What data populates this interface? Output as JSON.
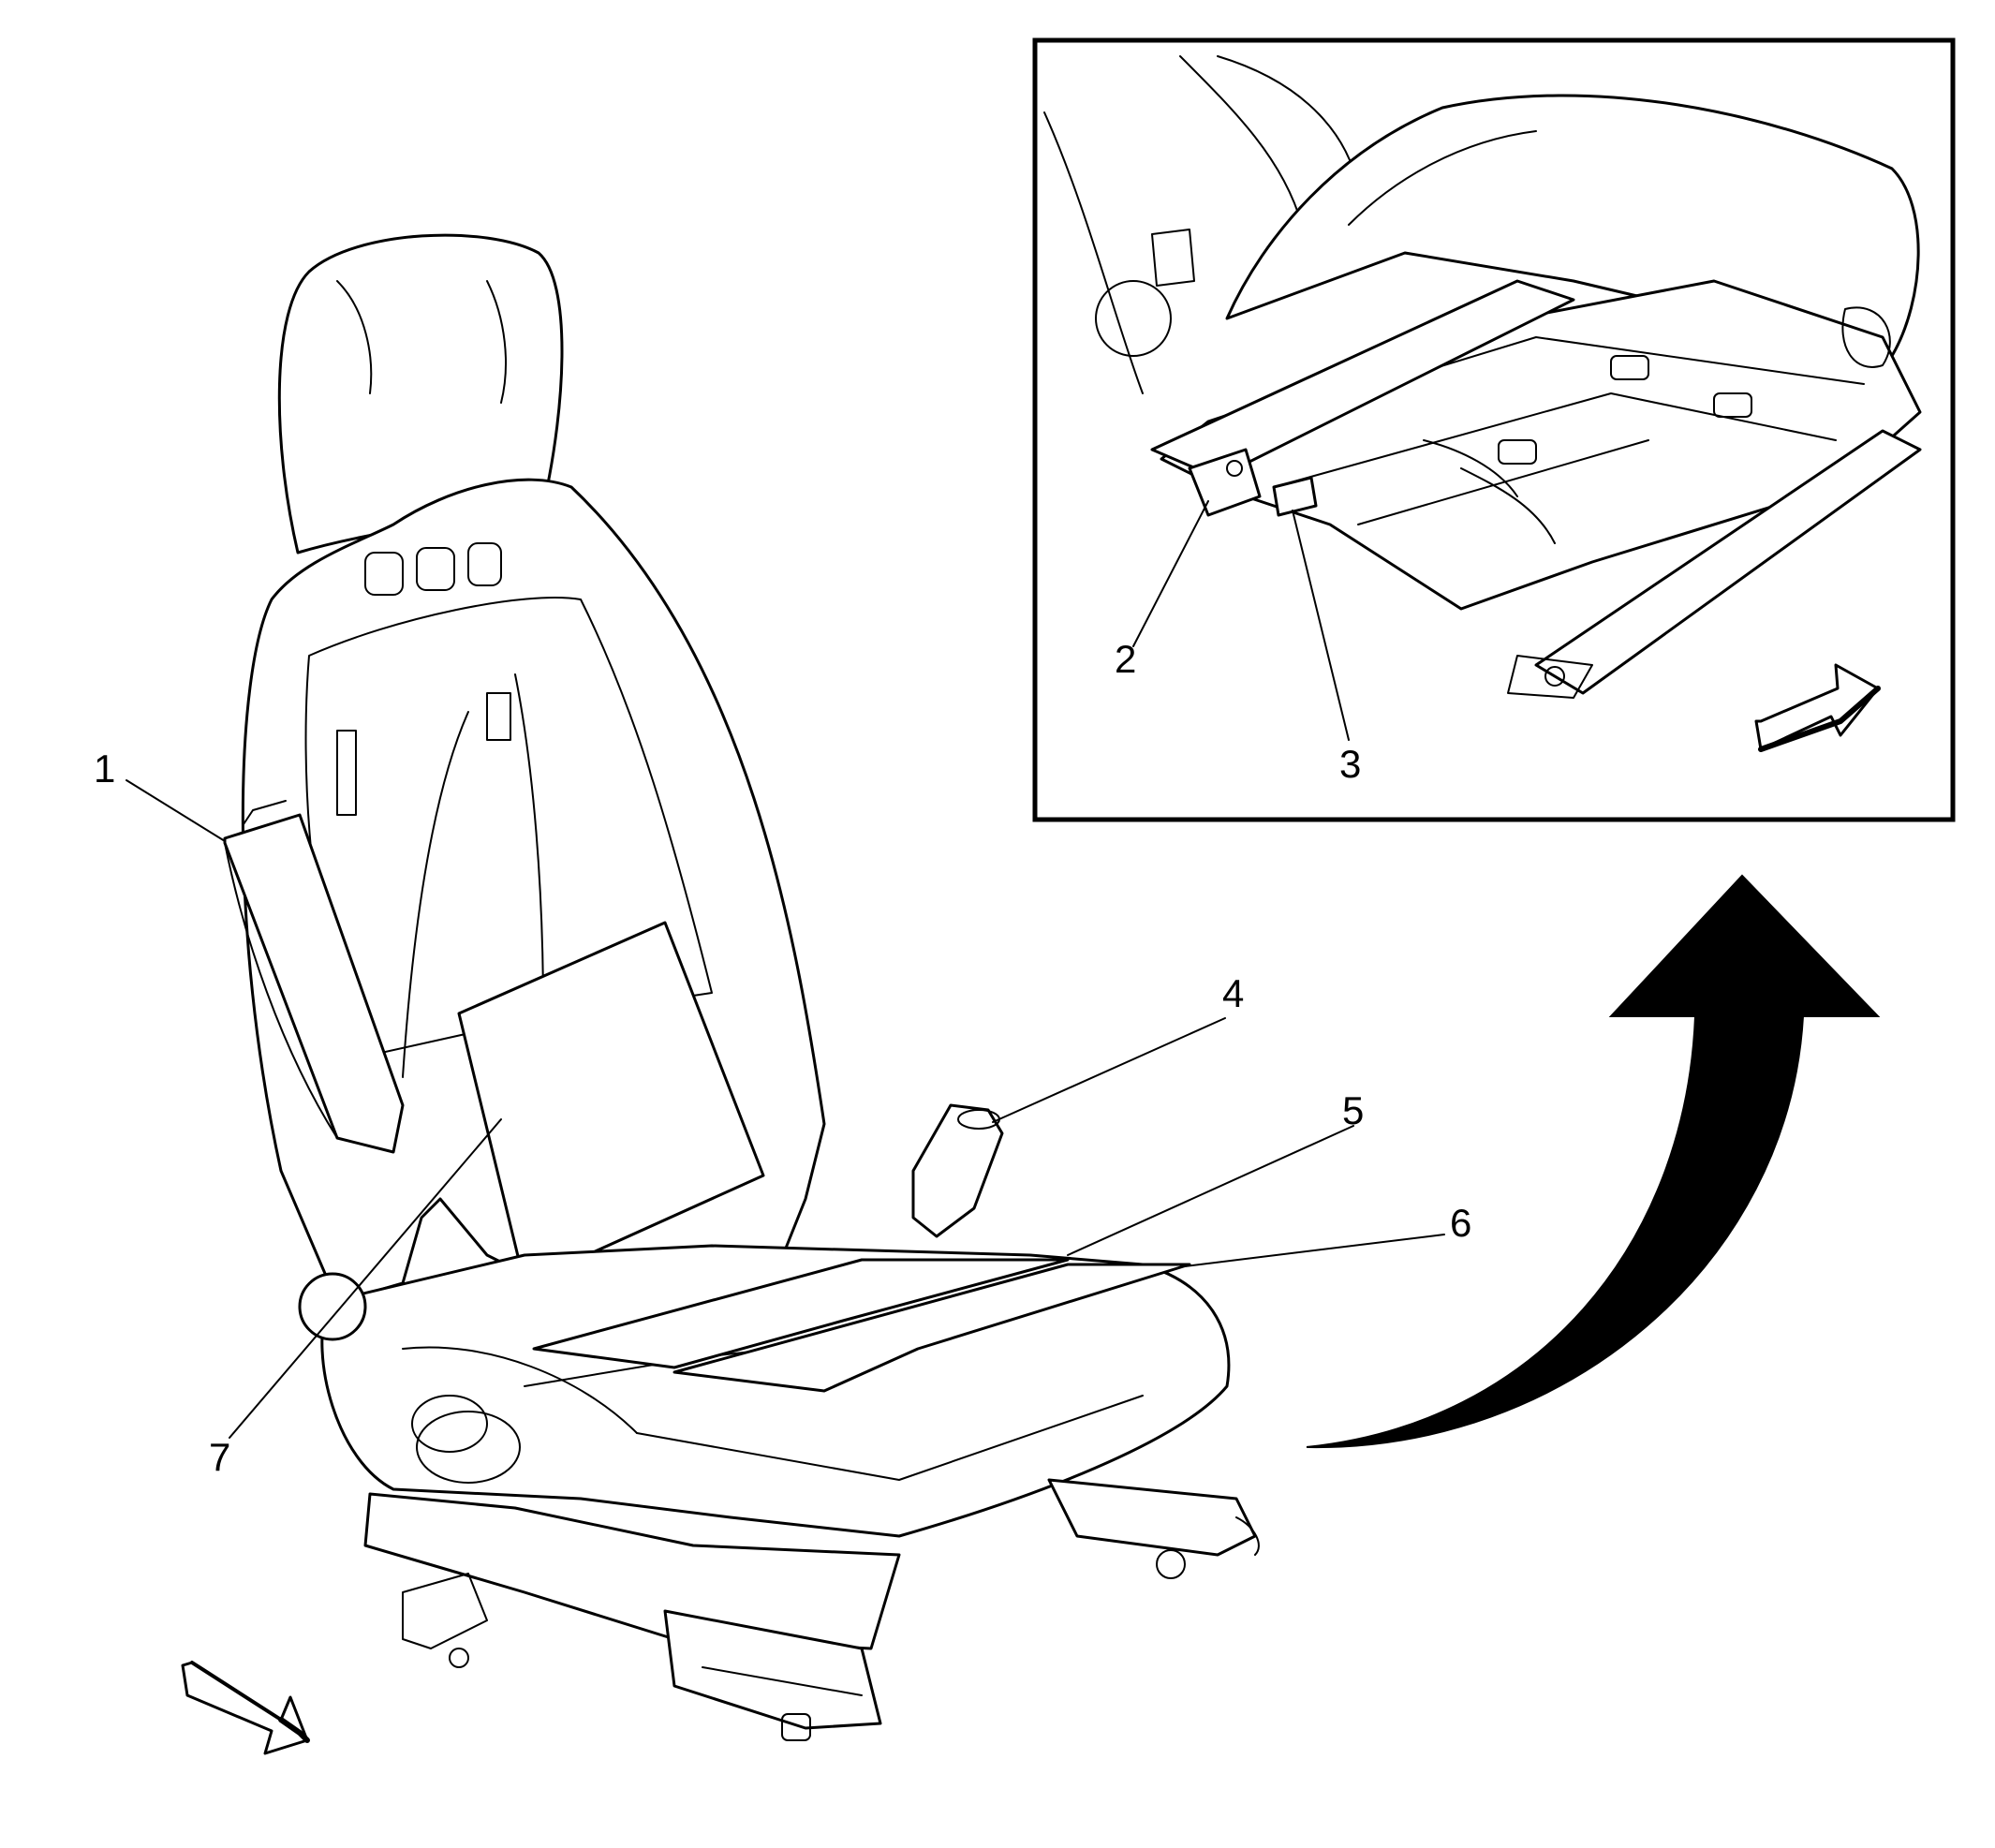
{
  "callouts": {
    "c1": "1",
    "c2": "2",
    "c3": "3",
    "c4": "4",
    "c5": "5",
    "c6": "6",
    "c7": "7"
  },
  "icons": {
    "front_arrow_main": "front-direction-arrow",
    "front_arrow_inset": "front-direction-arrow",
    "transition_arrow": "curved-view-arrow"
  },
  "colors": {
    "line": "#000000",
    "background": "#ffffff"
  }
}
